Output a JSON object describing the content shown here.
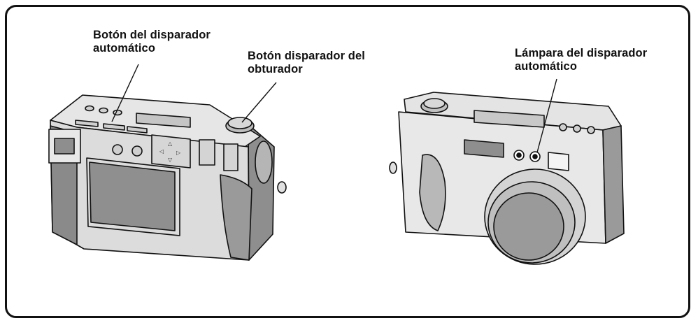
{
  "labels": {
    "self_timer_button": {
      "line1": "Botón del disparador",
      "line2": "automático"
    },
    "shutter_release_button": {
      "line1": "Botón disparador del",
      "line2": "obturador"
    },
    "self_timer_lamp": {
      "line1": "Lámpara del disparador",
      "line2": "automático"
    }
  },
  "colors": {
    "outline": "#111111",
    "body_light": "#e9e9e9",
    "body_mid": "#c8c8c8",
    "body_dark": "#8e8e8e",
    "lens_glass": "#9a9a9a"
  }
}
